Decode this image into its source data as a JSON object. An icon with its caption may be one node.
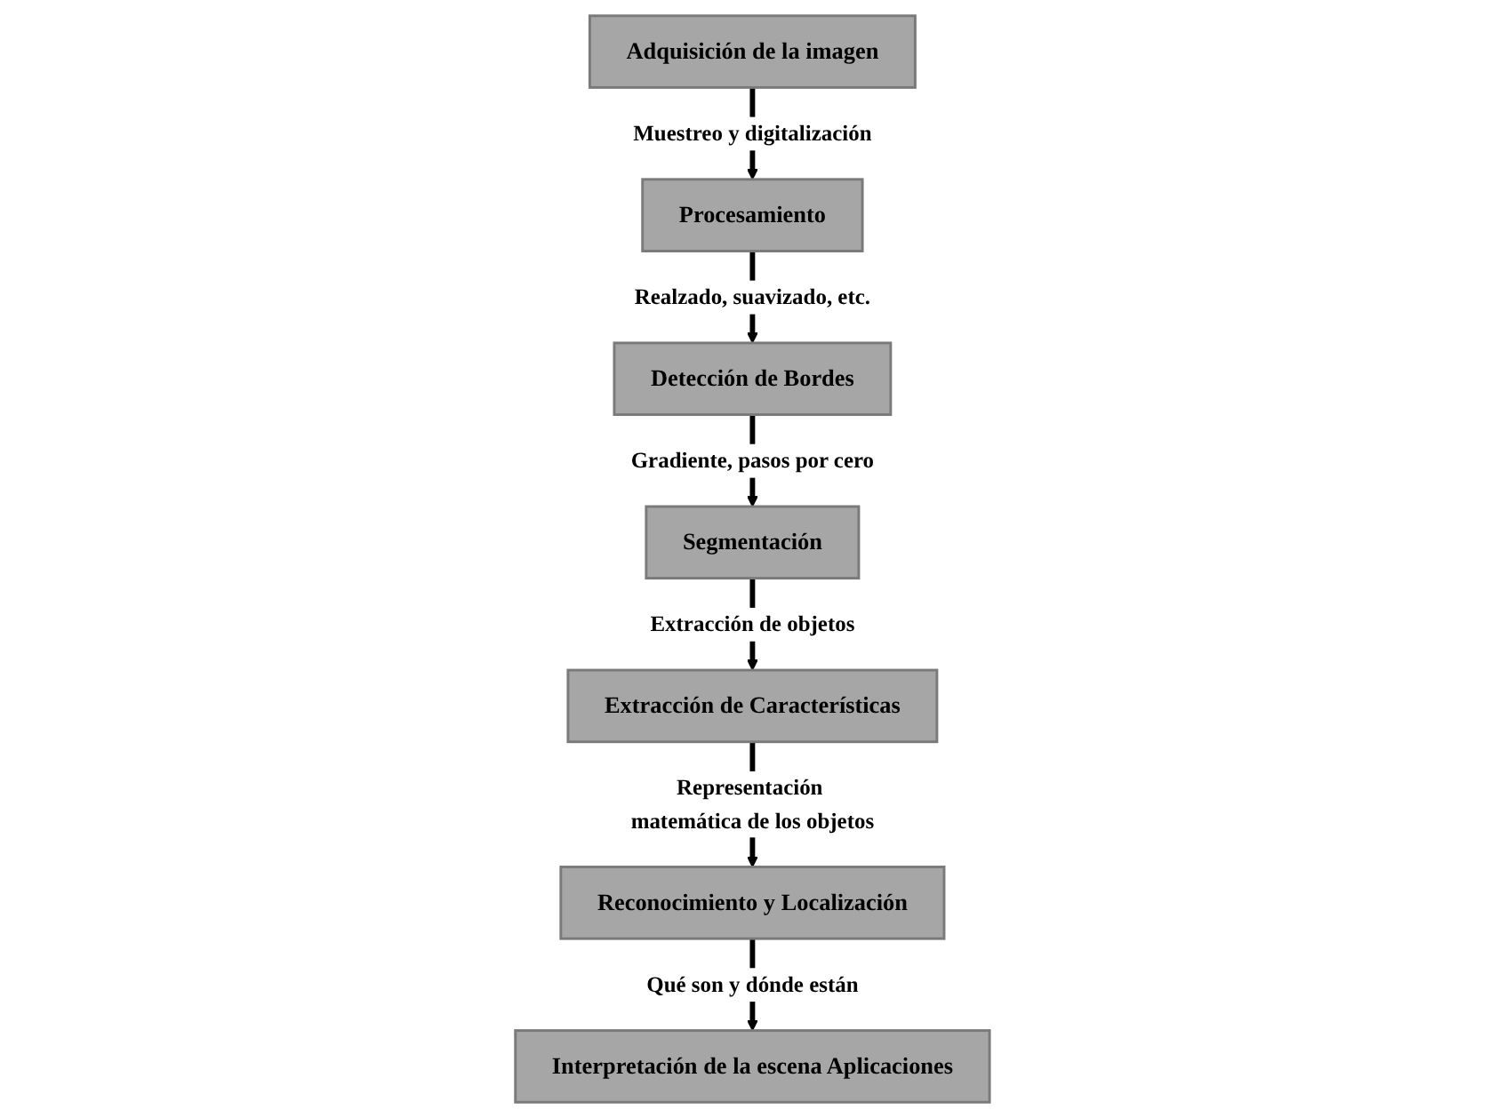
{
  "diagram": {
    "nodes": [
      {
        "text": [
          "Adquisición de la imagen"
        ]
      },
      {
        "text": [
          "Procesamiento"
        ]
      },
      {
        "text": [
          "Detección de Bordes"
        ]
      },
      {
        "text": [
          "Segmentación"
        ]
      },
      {
        "text": [
          "Extracción de Características"
        ]
      },
      {
        "text": [
          "Reconocimiento y Localización"
        ]
      },
      {
        "text": [
          "Interpretación de la escena Aplicaciones"
        ]
      }
    ],
    "edges": [
      {
        "from": 0,
        "to": 1,
        "arrow": "to",
        "label": "Muestreo y digitalización"
      },
      {
        "from": 1,
        "to": 2,
        "arrow": "to",
        "label": "Realzado, suavizado, etc."
      },
      {
        "from": 2,
        "to": 3,
        "arrow": "to",
        "label": "Gradiente, pasos por cero"
      },
      {
        "from": 3,
        "to": 4,
        "arrow": "to",
        "label": "Extracción de objetos"
      },
      {
        "from": 4,
        "to": 5,
        "arrow": "to",
        "label": "Representación matemática de los objetos"
      },
      {
        "from": 5,
        "to": 6,
        "arrow": "to",
        "label": "Qué son y dónde están"
      }
    ]
  }
}
